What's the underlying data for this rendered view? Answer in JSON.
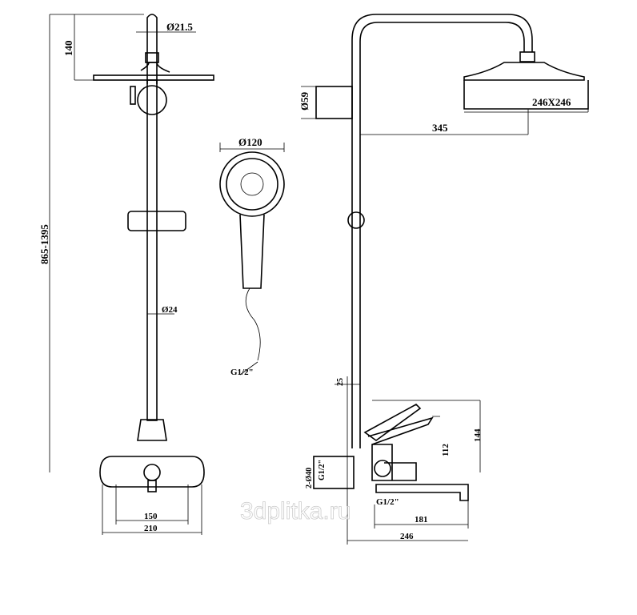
{
  "watermark": "3dplitka.ru",
  "front_view": {
    "top_diameter": "Ø21.5",
    "top_height": "140",
    "total_height": "865-1395",
    "rail_diameter": "Ø24",
    "mount_spacing": "150",
    "mixer_width": "210"
  },
  "hand_shower": {
    "head_diameter": "Ø120",
    "hose_thread": "G1/2\""
  },
  "side_view": {
    "holder_diameter": "Ø59",
    "arm_reach": "345",
    "head_size": "246X246",
    "offset": "25",
    "lever_height": "112",
    "total_mixer_height": "144",
    "eccentric": "2-Ø40",
    "inlet_thread": "G1/2\"",
    "outlet_thread": "G1/2\"",
    "spout_length": "181",
    "total_depth": "246"
  },
  "colors": {
    "line": "#000000",
    "watermark": "#cccccc"
  }
}
